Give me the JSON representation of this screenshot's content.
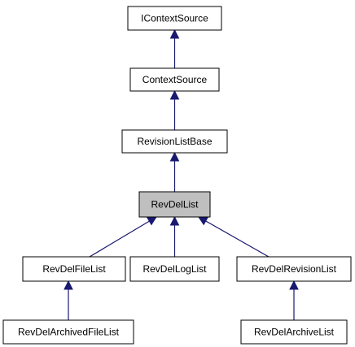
{
  "diagram": {
    "colors": {
      "node_fill": "#ffffff",
      "highlight_fill": "#bfbfbf",
      "node_stroke": "#000000",
      "edge_color": "#191970",
      "text_color": "#000000"
    },
    "nodes": {
      "icontextsource": {
        "label": "IContextSource",
        "highlighted": false
      },
      "contextsource": {
        "label": "ContextSource",
        "highlighted": false
      },
      "revisionlistbase": {
        "label": "RevisionListBase",
        "highlighted": false
      },
      "revdellist": {
        "label": "RevDelList",
        "highlighted": true
      },
      "revdelfilelist": {
        "label": "RevDelFileList",
        "highlighted": false
      },
      "revdelloglist": {
        "label": "RevDelLogList",
        "highlighted": false
      },
      "revdelrevisionlist": {
        "label": "RevDelRevisionList",
        "highlighted": false
      },
      "revdelarchivedfilelist": {
        "label": "RevDelArchivedFileList",
        "highlighted": false
      },
      "revdelarchivelist": {
        "label": "RevDelArchiveList",
        "highlighted": false
      }
    },
    "edges": [
      {
        "from": "contextsource",
        "to": "icontextsource"
      },
      {
        "from": "revisionlistbase",
        "to": "contextsource"
      },
      {
        "from": "revdellist",
        "to": "revisionlistbase"
      },
      {
        "from": "revdelfilelist",
        "to": "revdellist"
      },
      {
        "from": "revdelloglist",
        "to": "revdellist"
      },
      {
        "from": "revdelrevisionlist",
        "to": "revdellist"
      },
      {
        "from": "revdelarchivedfilelist",
        "to": "revdelfilelist"
      },
      {
        "from": "revdelarchivelist",
        "to": "revdelrevisionlist"
      }
    ]
  }
}
